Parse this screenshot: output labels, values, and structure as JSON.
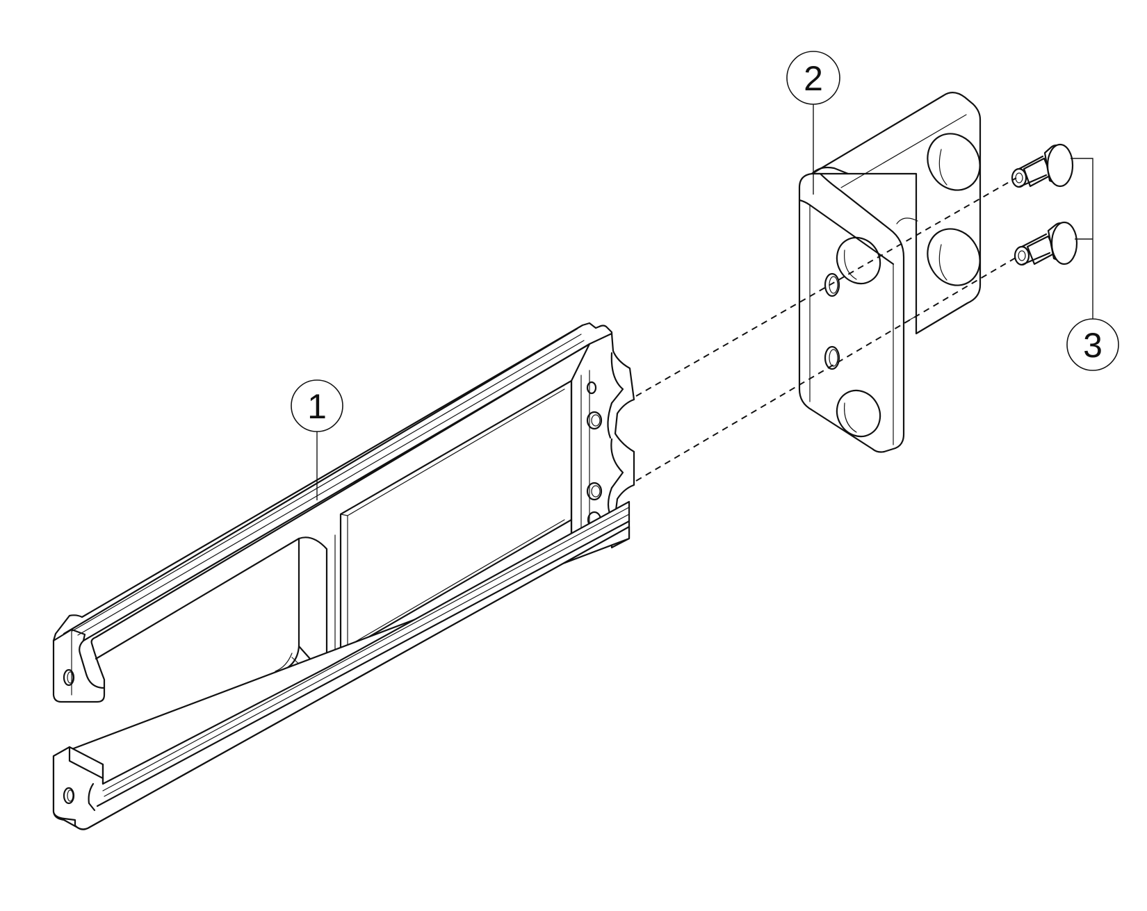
{
  "callouts": [
    {
      "id": "1",
      "label": "1",
      "part": "rail"
    },
    {
      "id": "2",
      "label": "2",
      "part": "bracket"
    },
    {
      "id": "3",
      "label": "3",
      "part": "screws"
    }
  ],
  "colors": {
    "line": "#111111",
    "background": "#ffffff"
  }
}
